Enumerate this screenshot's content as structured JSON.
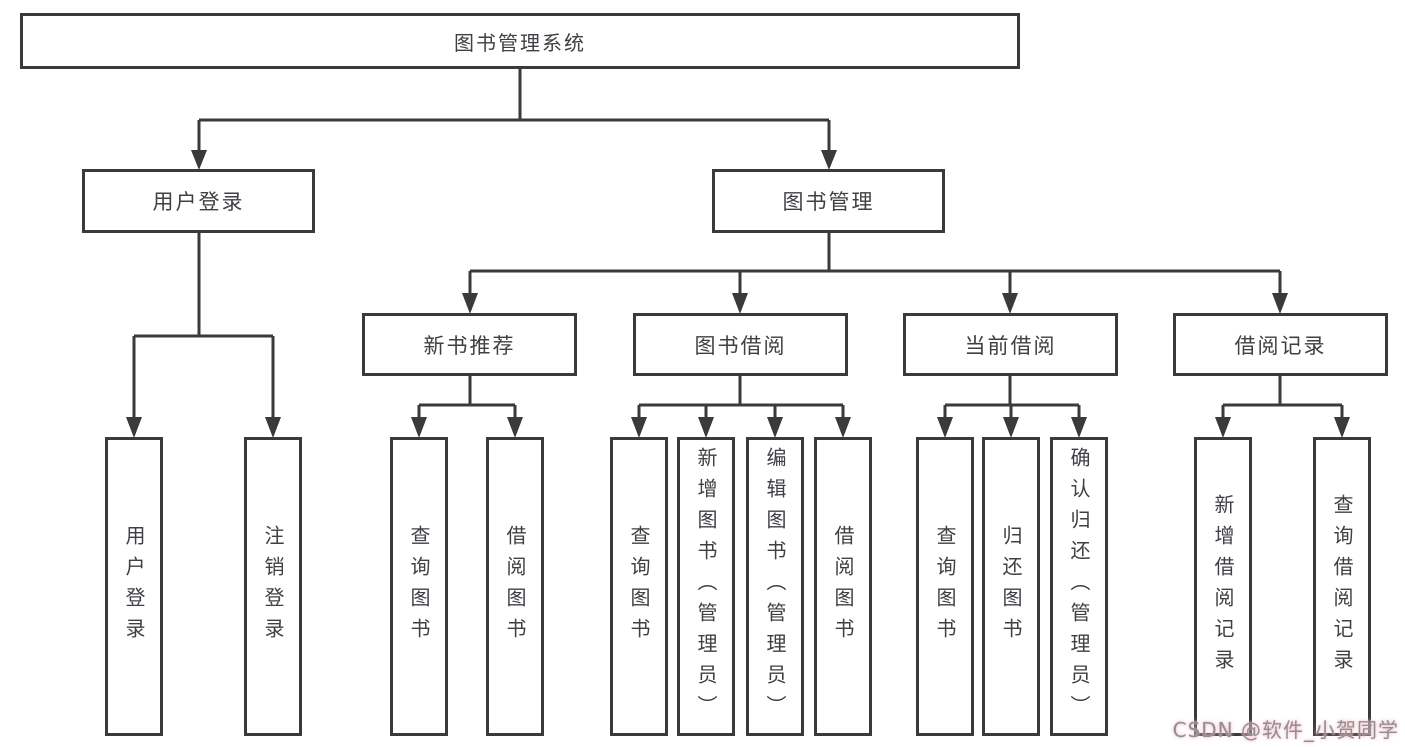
{
  "tree": {
    "root": {
      "label": "图书管理系统"
    },
    "branches": [
      {
        "label": "用户登录",
        "children": [
          {
            "label": "用户登录"
          },
          {
            "label": "注销登录"
          }
        ]
      },
      {
        "label": "图书管理",
        "sections": [
          {
            "label": "新书推荐",
            "children": [
              {
                "label": "查询图书"
              },
              {
                "label": "借阅图书"
              }
            ]
          },
          {
            "label": "图书借阅",
            "children": [
              {
                "label": "查询图书"
              },
              {
                "label": "新增图书（管理员）"
              },
              {
                "label": "编辑图书（管理员）"
              },
              {
                "label": "借阅图书"
              }
            ]
          },
          {
            "label": "当前借阅",
            "children": [
              {
                "label": "查询图书"
              },
              {
                "label": "归还图书"
              },
              {
                "label": "确认归还（管理员）"
              }
            ]
          },
          {
            "label": "借阅记录",
            "children": [
              {
                "label": "新增借阅记录"
              },
              {
                "label": "查询借阅记录"
              }
            ]
          }
        ]
      }
    ]
  },
  "colors": {
    "line": "#3a3a3c",
    "text": "#3f4044",
    "watermark_text": "#8f9093",
    "watermark_glow": "#f3bcc6",
    "background": "#ffffff"
  },
  "watermark": {
    "text": "CSDN @软件_小贺同学"
  }
}
